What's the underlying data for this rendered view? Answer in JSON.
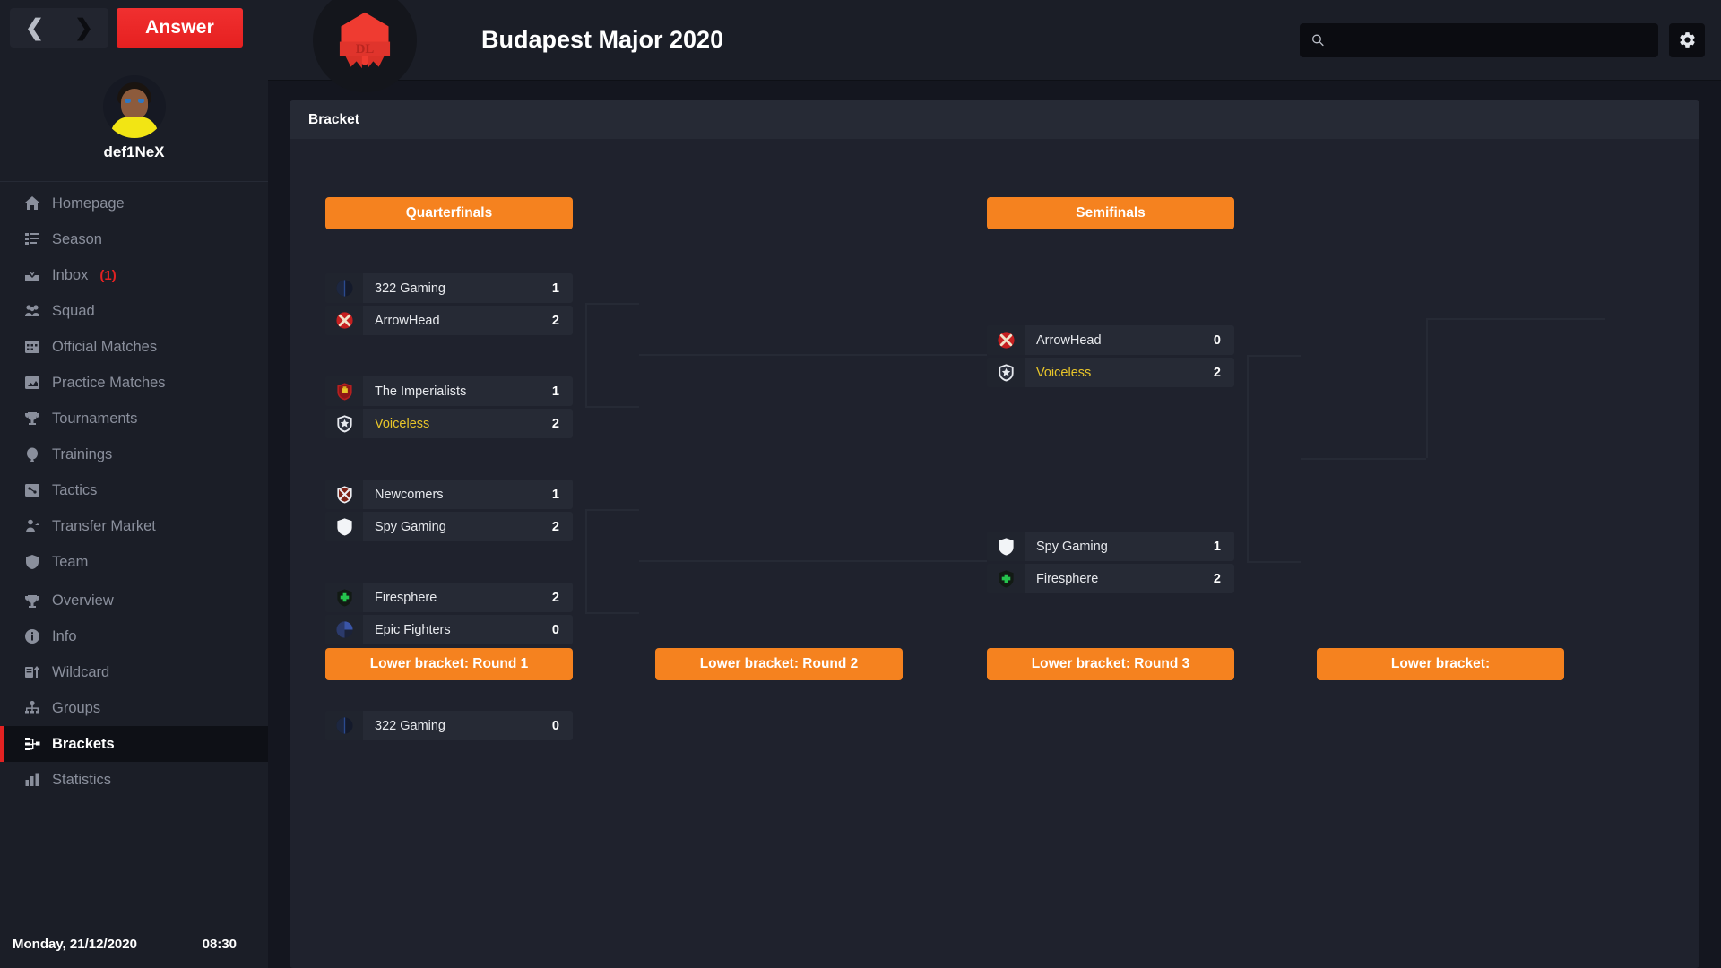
{
  "sidebar": {
    "nav": {
      "back_icon": "chevron-left-icon",
      "forward_icon": "chevron-right-icon"
    },
    "answer_label": "Answer",
    "profile": {
      "username": "def1NeX"
    },
    "items": [
      {
        "label": "Homepage",
        "icon": "home-icon",
        "active": false
      },
      {
        "label": "Season",
        "icon": "list-icon",
        "active": false
      },
      {
        "label": "Inbox",
        "icon": "inbox-icon",
        "badge": "(1)",
        "active": false
      },
      {
        "label": "Squad",
        "icon": "people-icon",
        "active": false
      },
      {
        "label": "Official Matches",
        "icon": "calendar-icon",
        "active": false
      },
      {
        "label": "Practice Matches",
        "icon": "calendar-practice-icon",
        "active": false
      },
      {
        "label": "Tournaments",
        "icon": "trophy-icon",
        "active": false
      },
      {
        "label": "Trainings",
        "icon": "balloon-icon",
        "active": false
      },
      {
        "label": "Tactics",
        "icon": "tactics-icon",
        "active": false
      },
      {
        "label": "Transfer Market",
        "icon": "transfer-icon",
        "active": false
      },
      {
        "label": "Team",
        "icon": "shield-icon",
        "active": false
      },
      {
        "label": "Overview",
        "icon": "trophy-icon",
        "active": false,
        "divider_above": true
      },
      {
        "label": "Info",
        "icon": "info-icon",
        "active": false
      },
      {
        "label": "Wildcard",
        "icon": "wildcard-icon",
        "active": false
      },
      {
        "label": "Groups",
        "icon": "groups-icon",
        "active": false
      },
      {
        "label": "Brackets",
        "icon": "brackets-icon",
        "active": true
      },
      {
        "label": "Statistics",
        "icon": "statistics-icon",
        "active": false
      }
    ],
    "footer": {
      "date": "Monday, 21/12/2020",
      "time": "08:30"
    }
  },
  "header": {
    "tournament_title": "Budapest Major 2020",
    "logo_text": "DL",
    "search": {
      "value": "",
      "placeholder": ""
    },
    "settings_icon": "gear-icon"
  },
  "main": {
    "panel_title": "Bracket",
    "rounds": [
      {
        "label": "Quarterfinals"
      },
      {
        "label": "Semifinals"
      }
    ],
    "lower_rounds": [
      {
        "label": "Lower bracket: Round 1"
      },
      {
        "label": "Lower bracket: Round 2"
      },
      {
        "label": "Lower bracket: Round 3"
      },
      {
        "label": "Lower bracket: "
      }
    ],
    "quarterfinals": [
      {
        "teams": [
          {
            "name": "322 Gaming",
            "score": "1",
            "logo": "circle-split-logo",
            "mine": false
          },
          {
            "name": "ArrowHead",
            "score": "2",
            "logo": "red-x-circle-logo",
            "mine": false
          }
        ]
      },
      {
        "teams": [
          {
            "name": "The Imperialists",
            "score": "1",
            "logo": "red-shield-logo",
            "mine": false
          },
          {
            "name": "Voiceless",
            "score": "2",
            "logo": "silver-star-shield-logo",
            "mine": true
          }
        ]
      },
      {
        "teams": [
          {
            "name": "Newcomers",
            "score": "1",
            "logo": "dark-red-cross-shield-logo",
            "mine": false
          },
          {
            "name": "Spy Gaming",
            "score": "2",
            "logo": "white-shield-logo",
            "mine": false
          }
        ]
      },
      {
        "teams": [
          {
            "name": "Firesphere",
            "score": "2",
            "logo": "green-cross-logo",
            "mine": false
          },
          {
            "name": "Epic Fighters",
            "score": "0",
            "logo": "blue-split-logo",
            "mine": false
          }
        ]
      }
    ],
    "semifinals": [
      {
        "teams": [
          {
            "name": "ArrowHead",
            "score": "0",
            "logo": "red-x-circle-logo",
            "mine": false
          },
          {
            "name": "Voiceless",
            "score": "2",
            "logo": "silver-star-shield-logo",
            "mine": true
          }
        ]
      },
      {
        "teams": [
          {
            "name": "Spy Gaming",
            "score": "1",
            "logo": "white-shield-logo",
            "mine": false
          },
          {
            "name": "Firesphere",
            "score": "2",
            "logo": "green-cross-logo",
            "mine": false
          }
        ]
      }
    ],
    "lower_first_match": {
      "teams": [
        {
          "name": "322 Gaming",
          "score": "0",
          "logo": "circle-split-logo",
          "mine": false
        }
      ]
    }
  },
  "colors": {
    "accent_orange": "#f5821f",
    "accent_red": "#e32222",
    "mine_yellow": "#e8c52a",
    "sidebar_bg": "#1b1e27",
    "panel_bg": "#1f222d"
  }
}
